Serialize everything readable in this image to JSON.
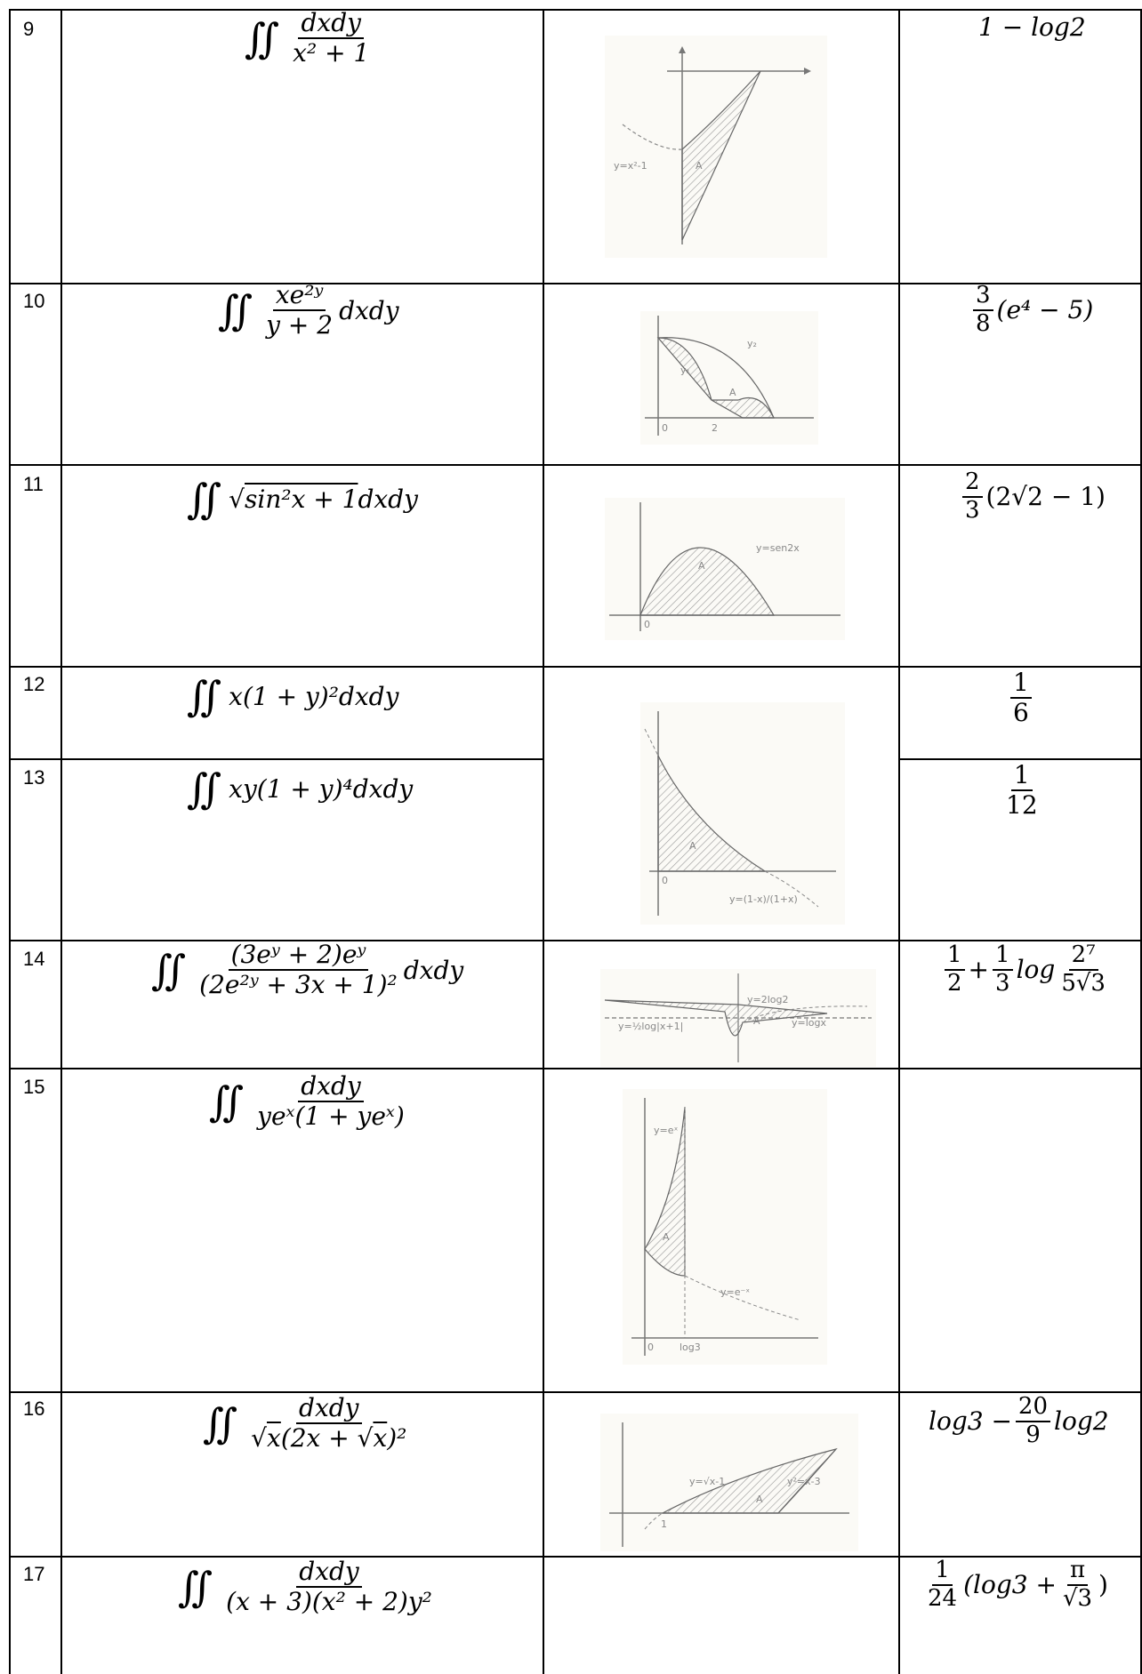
{
  "rows": [
    {
      "num": "9"
    },
    {
      "num": "10"
    },
    {
      "num": "11"
    },
    {
      "num": "12"
    },
    {
      "num": "13"
    },
    {
      "num": "14"
    },
    {
      "num": "15"
    },
    {
      "num": "16"
    },
    {
      "num": "17"
    }
  ],
  "integrals": {
    "r9": {
      "num": "dxdy",
      "den": "x² + 1"
    },
    "r10": {
      "num": "xe²ʸ",
      "den": "y + 2",
      "tail": "dxdy"
    },
    "r11": {
      "root": "sin²x + 1",
      "tail": "dxdy"
    },
    "r12": {
      "body": "x(1 + y)²dxdy"
    },
    "r13": {
      "body": "xy(1 + y)⁴dxdy"
    },
    "r14": {
      "num": "(3eʸ + 2)eʸ",
      "den": "(2e²ʸ + 3x + 1)²",
      "tail": "dxdy"
    },
    "r15": {
      "num": "dxdy",
      "den": "yeˣ(1 + yeˣ)"
    },
    "r16": {
      "num": "dxdy",
      "den_pre": "√",
      "den_x": "x",
      "den_mid": "(2x + √",
      "den_x2": "x",
      "den_post": ")²"
    },
    "r17": {
      "num": "dxdy",
      "den": "(x + 3)(x² + 2)y²"
    }
  },
  "answers": {
    "r9": {
      "text": "1 − log2"
    },
    "r10": {
      "num": "3",
      "den": "8",
      "tail": "(e⁴ − 5)"
    },
    "r11": {
      "num": "2",
      "den": "3",
      "tail": "(2√2 − 1)"
    },
    "r12": {
      "num": "1",
      "den": "6"
    },
    "r13": {
      "num": "1",
      "den": "12"
    },
    "r14": {
      "a_num": "1",
      "a_den": "2",
      "plus": "+",
      "b_num": "1",
      "b_den": "3",
      "log": "log",
      "c_num": "2⁷",
      "c_den": "5√3"
    },
    "r16": {
      "pre": "log3 −",
      "num": "20",
      "den": "9",
      "post": "log2"
    },
    "r17": {
      "num": "1",
      "den": "24",
      "mid": "(log3 +",
      "pi_num": "π",
      "pi_den": "√3",
      "close": ")"
    }
  },
  "figure_labels": {
    "f9": {
      "curve": "y=x²-1",
      "region": "A"
    },
    "f10": {
      "y1": "y₁",
      "y2": "y₂",
      "region": "A",
      "t0": "0",
      "t2": "2"
    },
    "f11": {
      "curve": "y=sen2x",
      "region": "A",
      "t0": "0"
    },
    "f12": {
      "region": "A",
      "curve": "y=(1-x)/(1+x)",
      "t0": "0"
    },
    "f14": {
      "c1": "y=½log|x+1|",
      "c2": "y=2log2",
      "c3": "y=logx",
      "region": "A"
    },
    "f15": {
      "c1": "y=eˣ",
      "c2": "y=e⁻ˣ",
      "region": "A",
      "t0": "0",
      "tl": "log3"
    },
    "f16": {
      "c1": "y=√x-1",
      "c2": "y²=x-3",
      "region": "A",
      "t1": "1"
    }
  }
}
